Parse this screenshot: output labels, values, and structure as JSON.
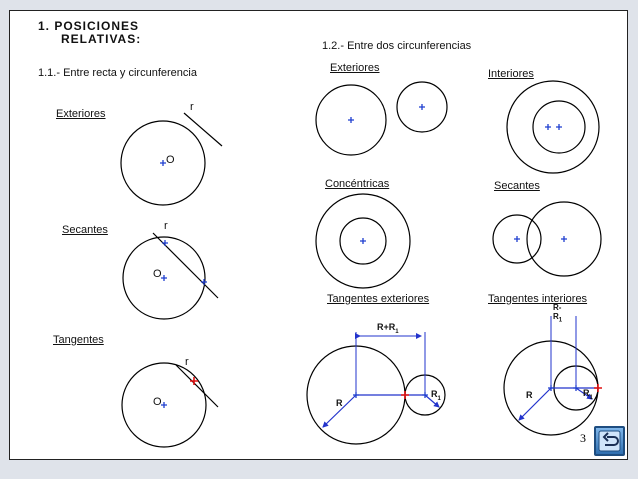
{
  "section": {
    "title_line1": "1.  POSICIONES",
    "title_line2": "RELATIVAS:"
  },
  "left": {
    "subtitle": "1.1.- Entre recta y circunferencia",
    "labels": {
      "exteriores": "Exteriores",
      "secantes": "Secantes",
      "tangentes": "Tangentes"
    },
    "line_label": "r",
    "center_label": "O"
  },
  "right": {
    "subtitle": "1.2.- Entre dos circunferencias",
    "labels": {
      "exteriores": "Exteriores",
      "interiores": "Interiores",
      "concentricas": "Concéntricas",
      "secantes": "Secantes",
      "tangentes_exteriores": "Tangentes exteriores",
      "tangentes_interiores": "Tangentes interiores"
    },
    "dims": {
      "r_sum": "R+R",
      "r_sum_sub": "1",
      "r_big": "R",
      "r_small": "R",
      "r_small_sub": "1",
      "r_diff_top": "R-",
      "r_diff_bottom": "R",
      "r_diff_sub": "1"
    }
  },
  "page_number": "3",
  "colors": {
    "stroke": "#000000",
    "center_mark": "#1f3fd0",
    "tangent_point": "#e01010",
    "dim": "#2233cc"
  },
  "nav": {
    "back_icon": "return-arrow-icon"
  }
}
